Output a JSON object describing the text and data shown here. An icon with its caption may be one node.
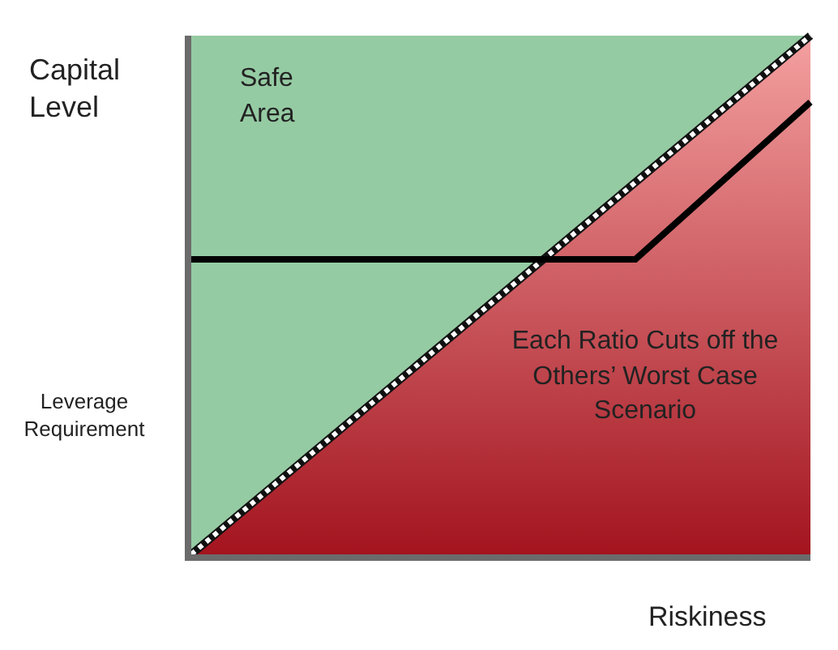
{
  "diagram": {
    "nodes": [
      {
        "text": [
          "Safe Area"
        ]
      },
      {
        "text": [
          "Each Ratio Cuts off the Others’ Worst Case Scenario"
        ],
        "in": 0
      }
    ],
    "labels": [
      "Capital Level",
      "Leverage Requirement",
      "Riskiness"
    ]
  }
}
